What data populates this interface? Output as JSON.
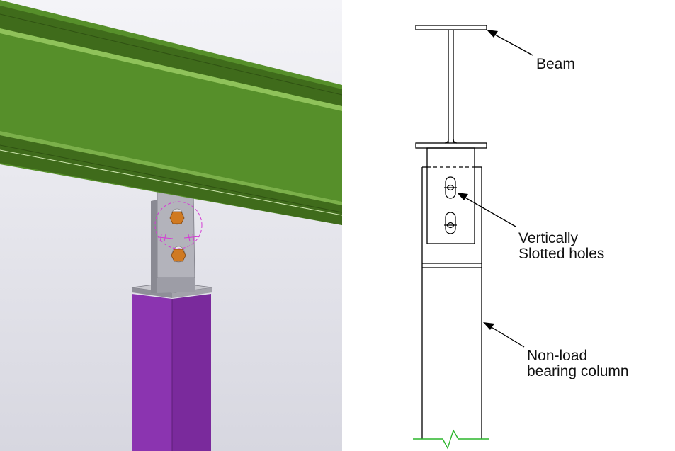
{
  "annotations": {
    "beam": {
      "label": "Beam"
    },
    "slotted_holes": {
      "line1": "Vertically",
      "line2": "Slotted holes"
    },
    "column": {
      "line1": "Non-load",
      "line2": "bearing column"
    }
  },
  "colors": {
    "beam_green": "#568f2a",
    "beam_flange_dark": "#3f6b1b",
    "column_purple": "#8b34b0",
    "column_side": "#7a2a9c",
    "plate_grey": "#a9a9b1",
    "bolt_orange": "#d07a22",
    "selection_magenta": "#d43bd4",
    "break_line_green": "#2bb52b",
    "line_black": "#000000"
  }
}
